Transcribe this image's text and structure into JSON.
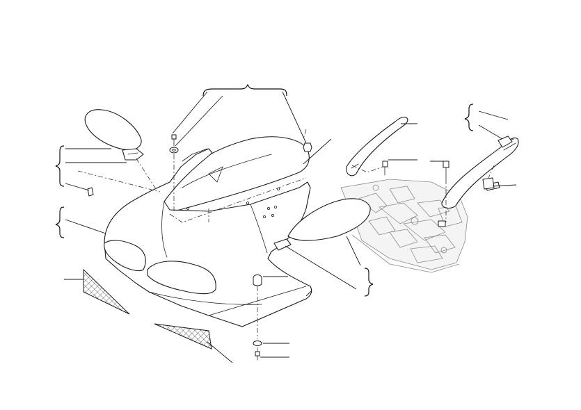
{
  "diagram": {
    "parts": [
      {
        "name": "fairing-upper"
      },
      {
        "name": "windscreen"
      },
      {
        "name": "mirror-left"
      },
      {
        "name": "mirror-right"
      },
      {
        "name": "air-intake-mesh-left"
      },
      {
        "name": "air-intake-mesh-right"
      },
      {
        "name": "support-bracket"
      },
      {
        "name": "side-trim-left"
      },
      {
        "name": "side-trim-right"
      }
    ],
    "colors": {
      "line": "#1a1a1a",
      "background": "#ffffff",
      "ghost": "#8a8a8a"
    }
  }
}
